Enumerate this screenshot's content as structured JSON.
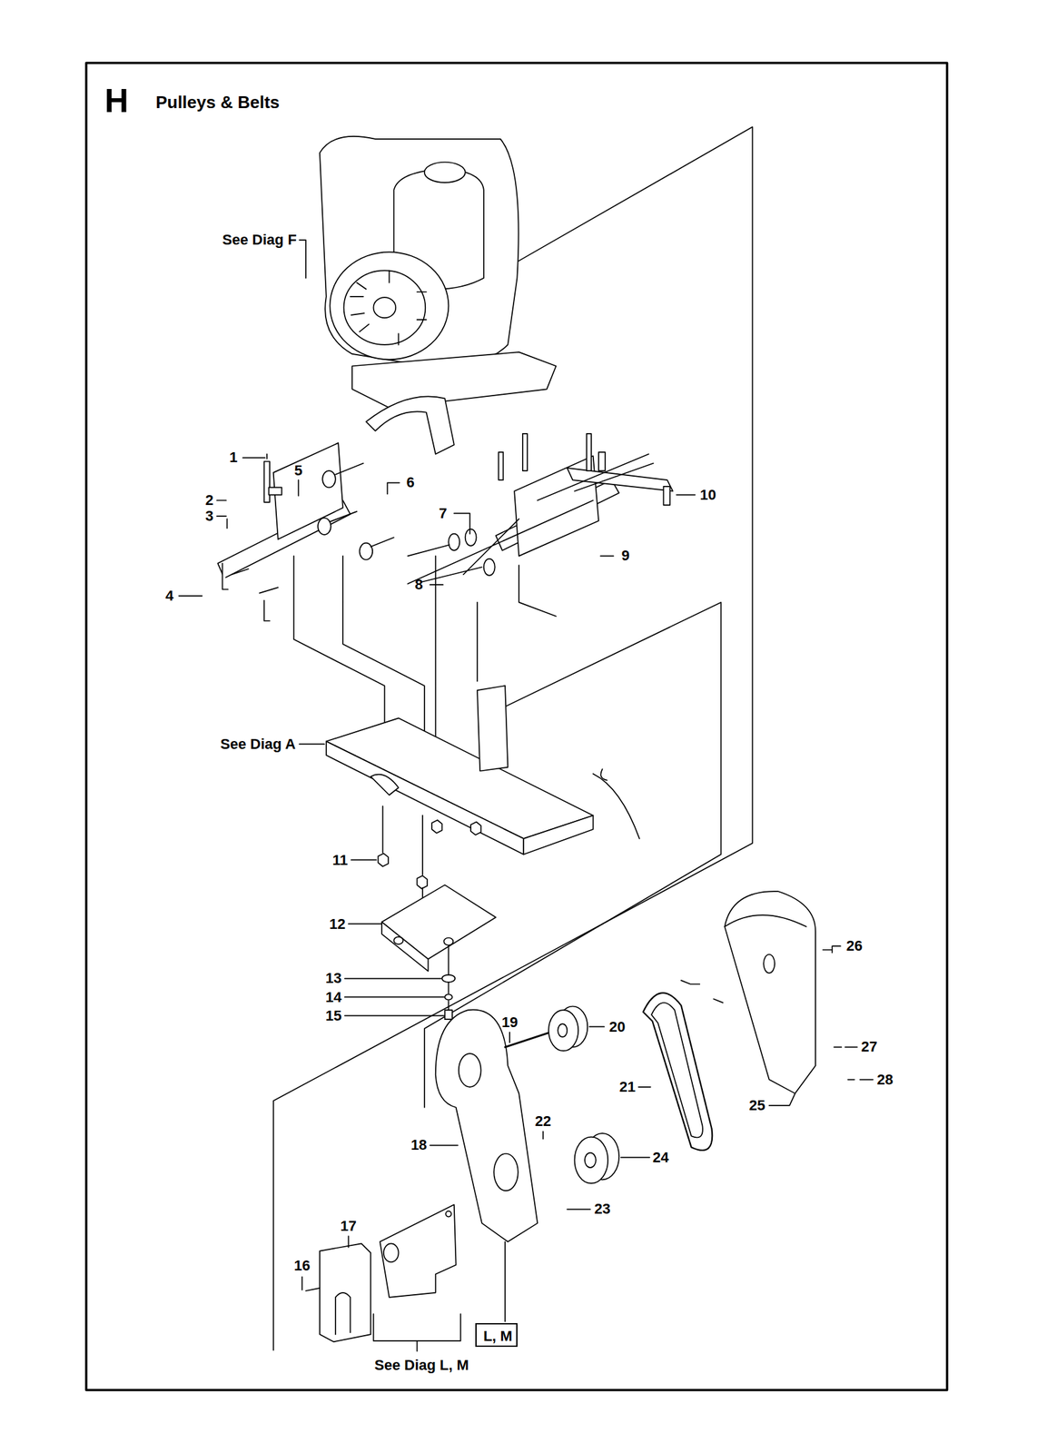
{
  "diagram": {
    "title": "Pulleys & Belts",
    "nodes": [
      {
        "text": [
          "L, M"
        ]
      }
    ],
    "labels": [
      "H",
      "See Diag F",
      "1",
      "2",
      "3",
      "4",
      "5",
      "6",
      "7",
      "8",
      "9",
      "10",
      "See Diag A",
      "11",
      "12",
      "13",
      "14",
      "15",
      "16",
      "17",
      "18",
      "19",
      "20",
      "21",
      "22",
      "23",
      "24",
      "25",
      "26",
      "27",
      "28",
      "See Diag L, M"
    ]
  }
}
